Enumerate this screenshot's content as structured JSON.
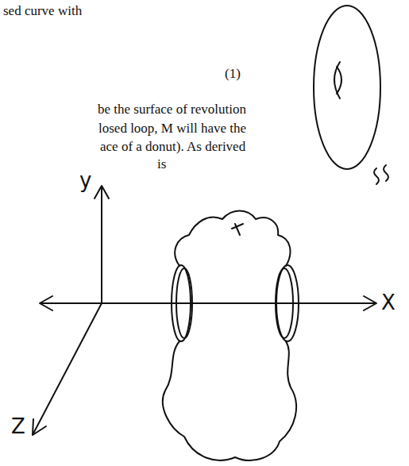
{
  "diagram": {
    "labels": [
      "sed curve with",
      "(1)",
      "be the surface of revolution",
      "losed loop, M will have the",
      "ace of a donut). As derived",
      "is",
      "y",
      "X",
      "Z"
    ]
  }
}
